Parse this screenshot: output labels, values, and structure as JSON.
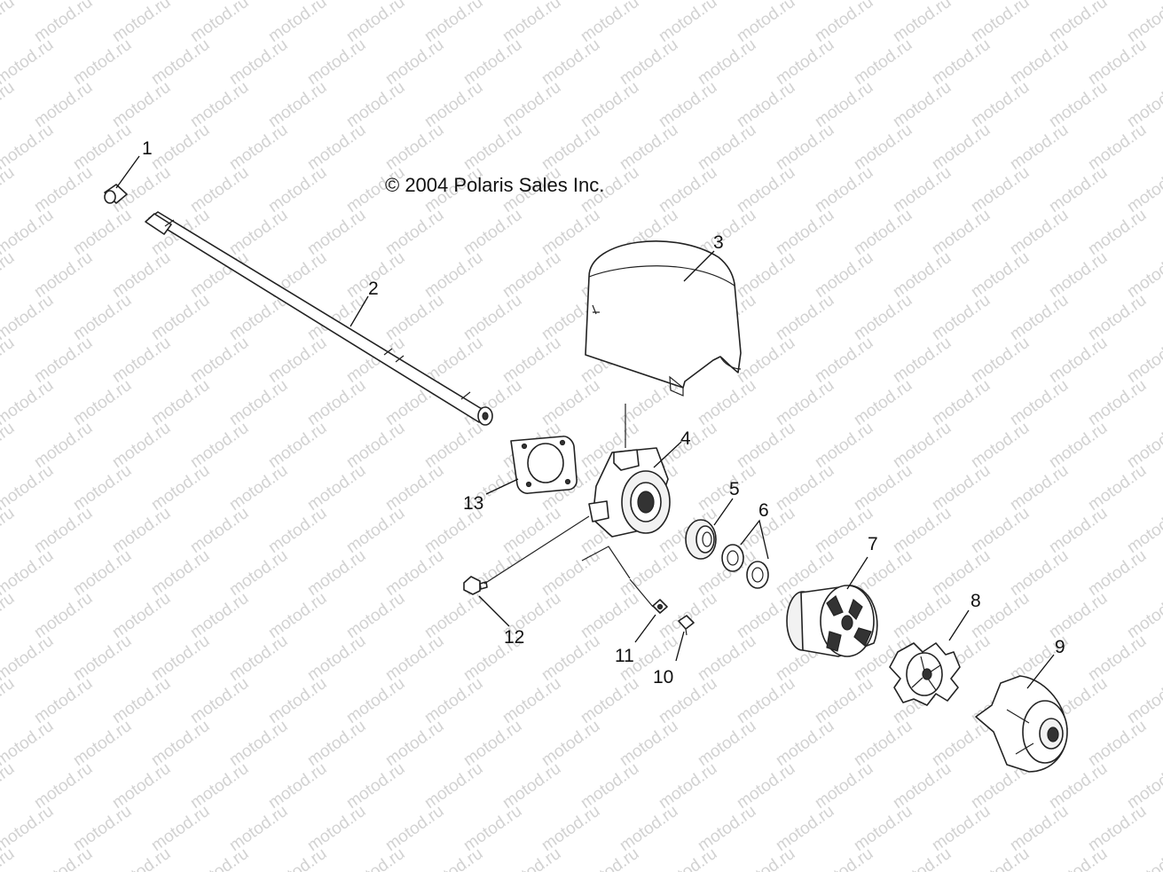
{
  "copyright": "© 2004 Polaris Sales Inc.",
  "watermark": "motod.ru",
  "callouts": [
    "1",
    "2",
    "3",
    "4",
    "5",
    "6",
    "7",
    "8",
    "9",
    "10",
    "11",
    "12",
    "13"
  ]
}
